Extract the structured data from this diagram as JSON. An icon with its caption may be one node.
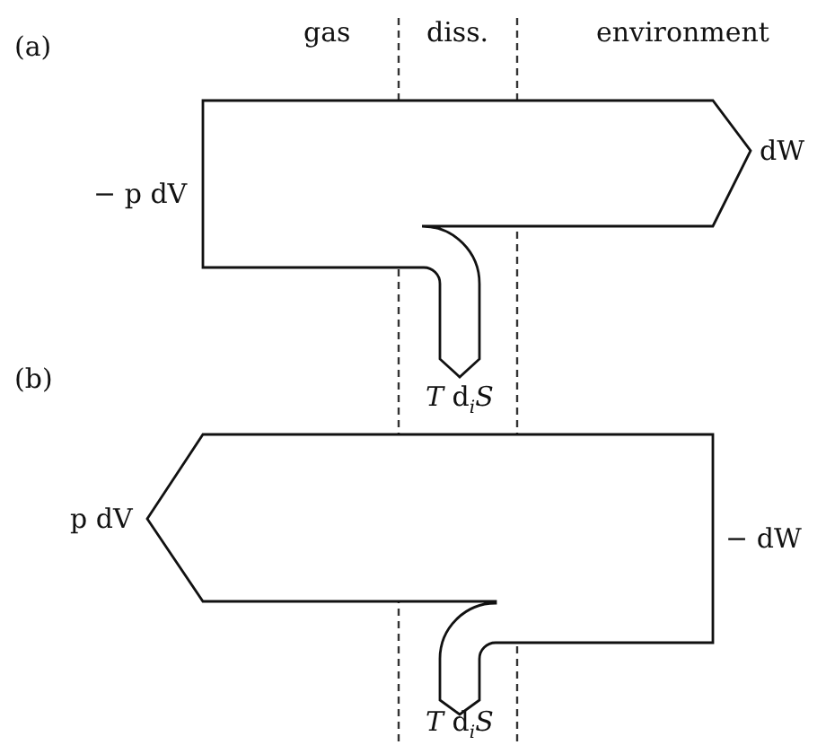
{
  "diagram": {
    "nodes": [
      {
        "text": [],
        "shape": "arrow"
      },
      {
        "text": [],
        "shape": "arrow"
      }
    ],
    "labels": [
      "(a)",
      "gas",
      "diss.",
      "environment",
      "− p dV",
      "dW",
      "*T* d$_{i}$*S*",
      "(b)",
      "p dV",
      "− dW",
      "*T* d$_{i}$*S*"
    ]
  }
}
